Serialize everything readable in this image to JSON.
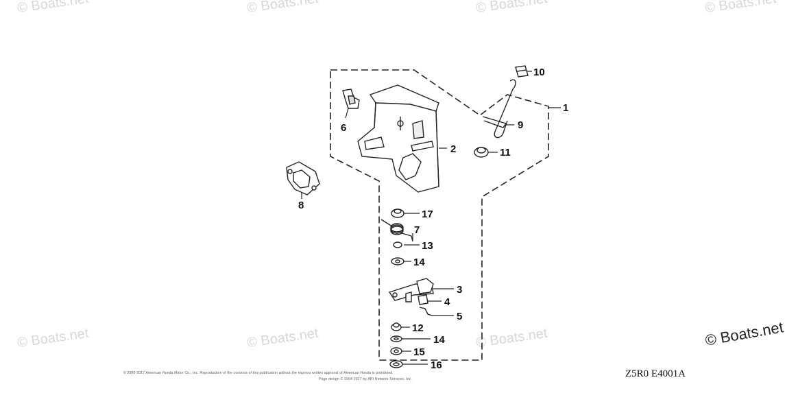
{
  "watermark": "© Boats.net",
  "brand_text": "© Boats.net",
  "diagram_code": "Z5R0 E4001A",
  "footer": {
    "line1": "© 2000-2017 American Honda Motor Co., Inc. Reproduction of the contents of this publication without the express written approval of American Honda is prohibited.",
    "line2": "Page design © 2004-2017 by ARI Network Services, Inc."
  },
  "callouts": {
    "c1": "1",
    "c2": "2",
    "c3": "3",
    "c4": "4",
    "c5": "5",
    "c6": "6",
    "c7": "7",
    "c8": "8",
    "c9": "9",
    "c10": "10",
    "c11": "11",
    "c12": "12",
    "c13": "13",
    "c14a": "14",
    "c14b": "14",
    "c15": "15",
    "c16": "16",
    "c17": "17"
  }
}
